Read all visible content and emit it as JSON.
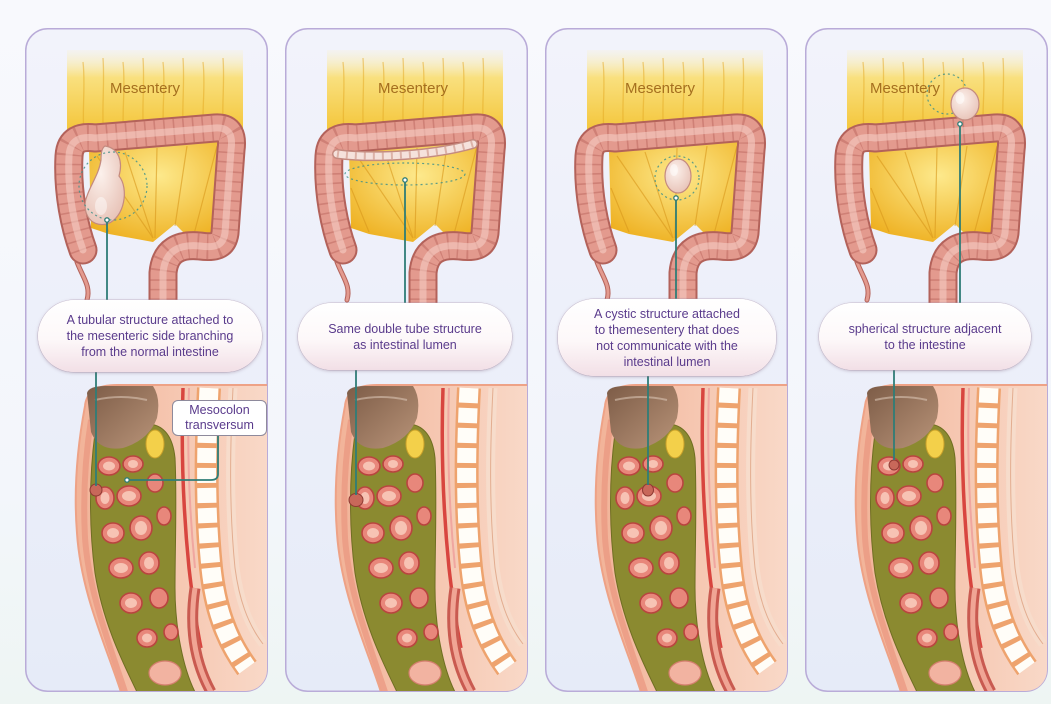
{
  "panels": [
    {
      "mesentery_label": "Mesentery",
      "description_lines": [
        "A tubular structure attached to",
        "the mesenteric side branching",
        "from the normal intestine"
      ],
      "callout_lines": [
        "Mesocolon",
        "transversum"
      ]
    },
    {
      "mesentery_label": "Mesentery",
      "description_lines": [
        "Same double tube structure",
        "as intestinal lumen"
      ]
    },
    {
      "mesentery_label": "Mesentery",
      "description_lines": [
        "A cystic structure attached",
        "to themesentery that does",
        "not communicate with the",
        "intestinal lumen"
      ]
    },
    {
      "mesentery_label": "Mesentery",
      "description_lines": [
        "spherical structure adjacent",
        "to the intestine"
      ]
    }
  ],
  "colors": {
    "panel_border": "#b9abd8",
    "label_text": "#5a3b8c",
    "pointer_line": "#2f7d77",
    "mesentery_text": "#a56f1f",
    "mesentery_fat": "#f3c22f",
    "intestine": "#e39a8e"
  }
}
